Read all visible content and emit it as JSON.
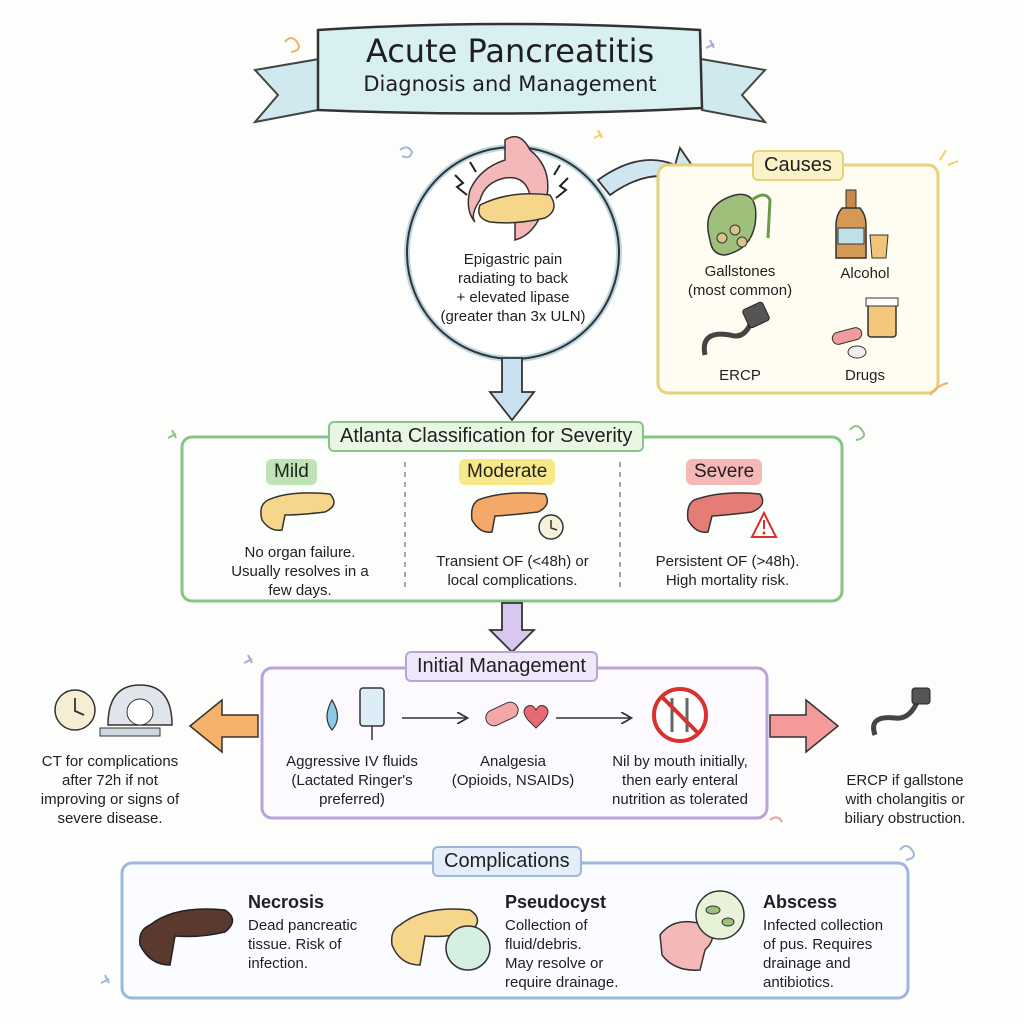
{
  "title": {
    "main": "Acute Pancreatitis",
    "sub": "Diagnosis and Management"
  },
  "presentation": {
    "lines": [
      "Epigastric pain",
      "radiating to back",
      "+ elevated lipase",
      "(greater than 3x ULN)"
    ]
  },
  "causes": {
    "header": "Causes",
    "items": [
      {
        "label": "Gallstones",
        "sublabel": "(most common)",
        "icon": "gallbladder-icon"
      },
      {
        "label": "Alcohol",
        "sublabel": "",
        "icon": "bottle-icon"
      },
      {
        "label": "ERCP",
        "sublabel": "",
        "icon": "endoscope-icon"
      },
      {
        "label": "Drugs",
        "sublabel": "",
        "icon": "pills-icon"
      }
    ]
  },
  "severity": {
    "header": "Atlanta Classification for Severity",
    "levels": [
      {
        "name": "Mild",
        "lines": [
          "No organ failure.",
          "Usually resolves in a",
          "few days."
        ],
        "color": "#bfe3b4"
      },
      {
        "name": "Moderate",
        "lines": [
          "Transient OF (<48h) or",
          "local complications."
        ],
        "color": "#f7e98a"
      },
      {
        "name": "Severe",
        "lines": [
          "Persistent OF (>48h).",
          "High mortality risk."
        ],
        "color": "#f6b7b7"
      }
    ]
  },
  "management": {
    "header": "Initial Management",
    "steps": [
      {
        "lines": [
          "Aggressive IV fluids",
          "(Lactated Ringer's",
          "preferred)"
        ],
        "icon": "iv-drip-icon"
      },
      {
        "lines": [
          "Analgesia",
          "(Opioids, NSAIDs)"
        ],
        "icon": "capsule-heart-icon"
      },
      {
        "lines": [
          "Nil by mouth initially,",
          "then early enteral",
          "nutrition as tolerated"
        ],
        "icon": "no-eating-icon"
      }
    ],
    "left_note": [
      "CT for complications",
      "after 72h if not",
      "improving or signs of",
      "severe disease."
    ],
    "right_note": [
      "ERCP if gallstone",
      "with cholangitis or",
      "biliary obstruction."
    ]
  },
  "complications": {
    "header": "Complications",
    "items": [
      {
        "title": "Necrosis",
        "lines": [
          "Dead pancreatic",
          "tissue. Risk of",
          "infection."
        ]
      },
      {
        "title": "Pseudocyst",
        "lines": [
          "Collection of",
          "fluid/debris.",
          "May resolve or",
          "require drainage."
        ]
      },
      {
        "title": "Abscess",
        "lines": [
          "Infected collection",
          "of pus. Requires",
          "drainage and",
          "antibiotics."
        ]
      }
    ]
  },
  "colors": {
    "causes_frame": "#e9d98a",
    "severity_frame": "#8cc48a",
    "management_frame": "#b9a3d9",
    "complications_frame": "#9db8dc",
    "banner": "#d6eef2"
  }
}
